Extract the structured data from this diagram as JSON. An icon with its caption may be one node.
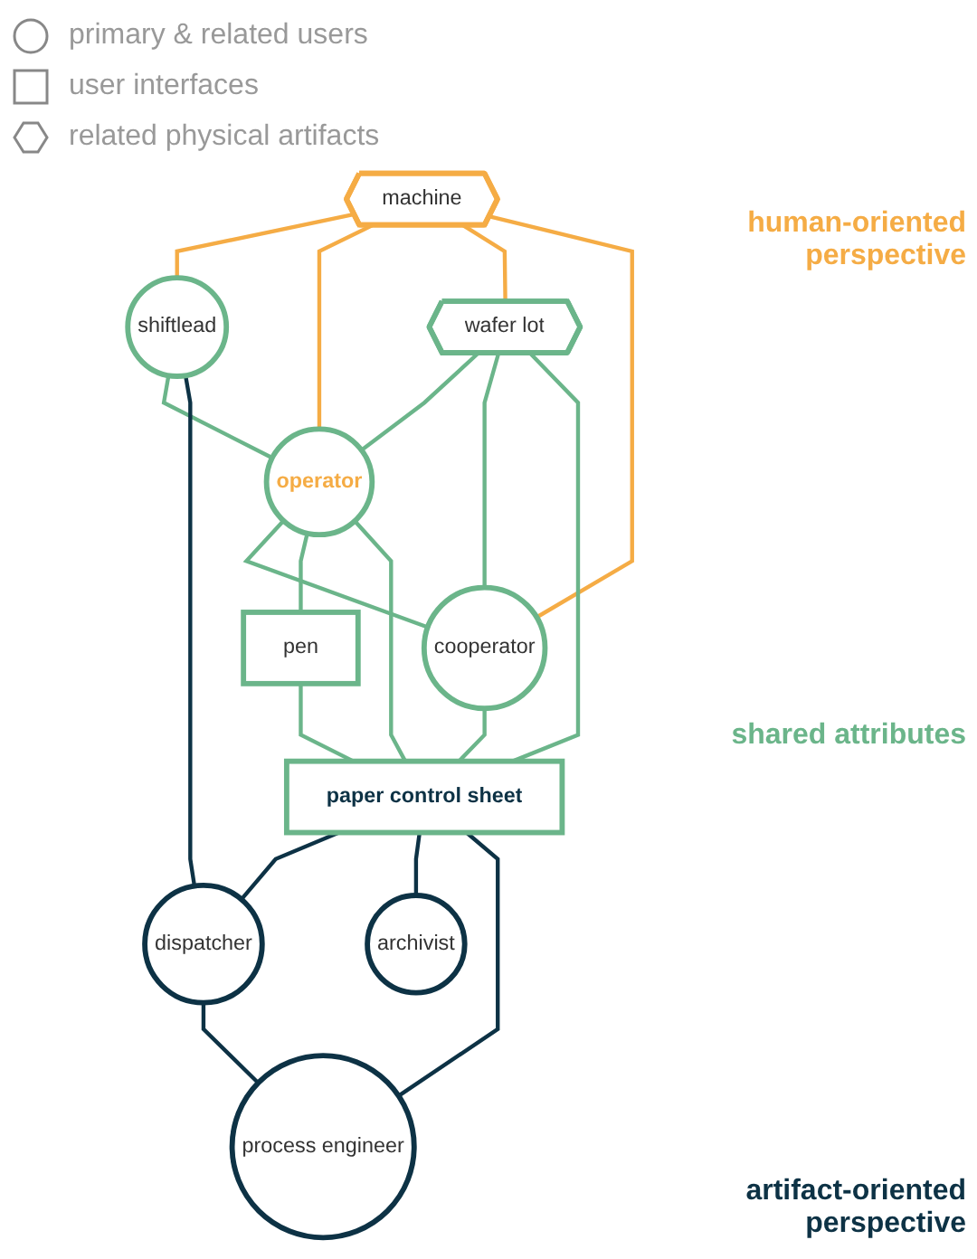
{
  "diagram": {
    "nodes": [
      {
        "text": [
          "machine"
        ]
      },
      {
        "text": [
          "wafer lot"
        ]
      },
      {
        "text": [
          "shiftlead"
        ]
      },
      {
        "text": [
          "operator"
        ]
      },
      {
        "text": [
          "cooperator"
        ]
      },
      {
        "text": [
          "pen"
        ]
      },
      {
        "text": [
          "paper control sheet"
        ]
      },
      {
        "text": [
          "dispatcher"
        ]
      },
      {
        "text": [
          "archivist"
        ]
      },
      {
        "text": [
          "process engineer"
        ]
      }
    ],
    "edges": [
      {
        "from": 0,
        "to": 2,
        "arrow": "none",
        "color": "#f5ac45"
      },
      {
        "from": 0,
        "to": 3,
        "arrow": "none",
        "color": "#f5ac45"
      },
      {
        "from": 0,
        "to": 1,
        "arrow": "none",
        "color": "#f5ac45"
      },
      {
        "from": 0,
        "to": 4,
        "arrow": "none",
        "color": "#f5ac45"
      },
      {
        "from": 1,
        "to": 3,
        "arrow": "none"
      },
      {
        "from": 1,
        "to": 4,
        "arrow": "none"
      },
      {
        "from": 1,
        "to": 6,
        "arrow": "none"
      },
      {
        "from": 2,
        "to": 3,
        "arrow": "none"
      },
      {
        "from": 3,
        "to": 4,
        "arrow": "none"
      },
      {
        "from": 3,
        "to": 5,
        "arrow": "none"
      },
      {
        "from": 3,
        "to": 6,
        "arrow": "none"
      },
      {
        "from": 4,
        "to": 6,
        "arrow": "none"
      },
      {
        "from": 5,
        "to": 6,
        "arrow": "none"
      },
      {
        "from": 2,
        "to": 7,
        "arrow": "none",
        "color": "#0d3245"
      },
      {
        "from": 6,
        "to": 7,
        "arrow": "none",
        "color": "#0d3245"
      },
      {
        "from": 6,
        "to": 8,
        "arrow": "none",
        "color": "#0d3245"
      },
      {
        "from": 6,
        "to": 9,
        "arrow": "none",
        "color": "#0d3245"
      },
      {
        "from": 7,
        "to": 9,
        "arrow": "none",
        "color": "#0d3245"
      }
    ],
    "labels": [
      "human-oriented perspective",
      "shared attributes",
      "artifact-oriented perspective"
    ],
    "legend": [
      {
        "text": "primary & related users"
      },
      {
        "text": "user interfaces"
      },
      {
        "text": "related physical artifacts"
      }
    ]
  }
}
